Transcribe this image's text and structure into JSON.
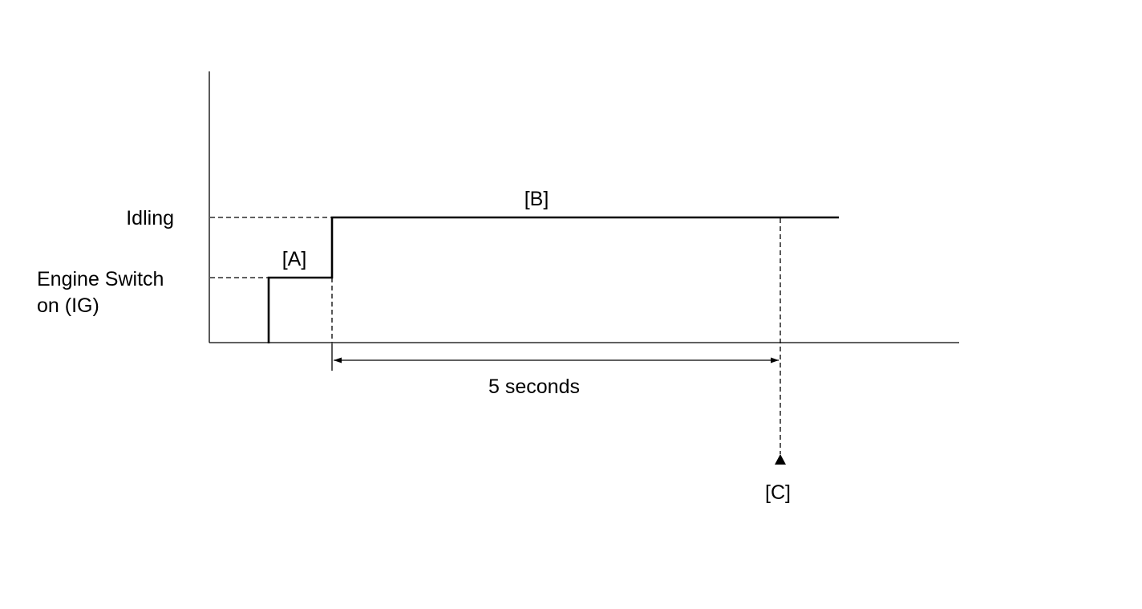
{
  "levels": {
    "idling": "Idling",
    "engine_switch_line1": "Engine Switch",
    "engine_switch_line2": "on (IG)"
  },
  "phases": {
    "a": "[A]",
    "b": "[B]",
    "c": "[C]"
  },
  "duration": {
    "label": "5 seconds"
  },
  "colors": {
    "ink": "#000000",
    "background": "#ffffff"
  }
}
